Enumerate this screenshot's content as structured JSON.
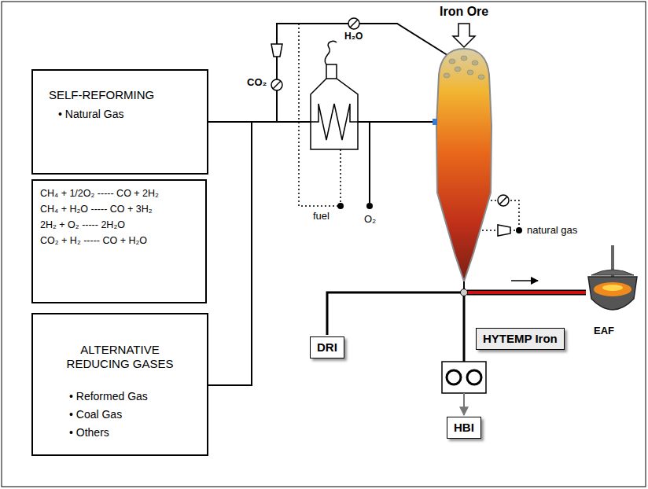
{
  "diagram": {
    "nodes": [
      {
        "text": [
          "SELF-REFORMING",
          "• Natural Gas"
        ]
      },
      {
        "text": [
          "CH₄ + 1/2O₂ ----- CO + 2H₂",
          "CH₄ + H₂O ----- CO + 3H₂",
          "2H₂ + O₂ ----- 2H₂O",
          "CO₂ + H₂ ----- CO + H₂O"
        ]
      },
      {
        "text": [
          "ALTERNATIVE REDUCING GASES",
          "• Reformed Gas",
          "• Coal Gas",
          "• Others"
        ]
      },
      {
        "text": [
          "HYTEMP Iron"
        ]
      },
      {
        "text": [
          "DRI"
        ]
      },
      {
        "text": [
          "HBI"
        ]
      }
    ],
    "labels": [
      "Iron Ore",
      "H₂O",
      "CO₂",
      "natural gas",
      "fuel",
      "O₂",
      "EAF"
    ]
  }
}
